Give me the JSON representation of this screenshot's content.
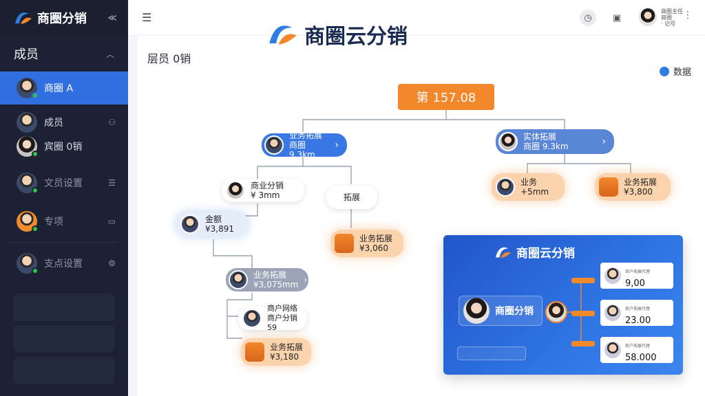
{
  "sidebar": {
    "brand": "商圈分销",
    "collapse_glyph": "≪",
    "section_title": "成员",
    "members": [
      {
        "label": "商圈 A",
        "active": true
      },
      {
        "label": "成员"
      },
      {
        "label": "宾圈 0销"
      },
      {
        "label": "文员设置"
      },
      {
        "label": "专项"
      },
      {
        "label": "支点设置"
      }
    ]
  },
  "topbar": {
    "menu_glyph": "☰",
    "logo_text": "商圈云分销",
    "user_lines": [
      "商圈主任",
      "商圈",
      "· 记号"
    ],
    "more_glyph": "⋮"
  },
  "main": {
    "page_title": "层员 0销",
    "data_link": "数据",
    "root_label": "第 157.08",
    "nodes": [
      {
        "line1": "业务拓展",
        "line2": "商圈 9.3km"
      },
      {
        "line1": "实体拓展",
        "line2": "商圈 9.3km"
      },
      {
        "line1": "商业分销",
        "line2": "¥ 3mm"
      },
      {
        "line1": "拓展"
      },
      {
        "line1": "业务",
        "line2": "+5mm"
      },
      {
        "line1": "业务拓展",
        "line2": "¥3,800"
      },
      {
        "line1": "金额",
        "line2": "¥3,891"
      },
      {
        "line1": "业务拓展",
        "line2": "¥3,060"
      },
      {
        "line1": "业务拓展",
        "line2": "¥3,075mm"
      },
      {
        "line1": "商户网络",
        "line2": "商户分销 59"
      },
      {
        "line1": "业务拓展",
        "line2": "¥3,180"
      }
    ]
  },
  "card": {
    "logo_text": "商圈云分销",
    "main_label": "商圈分销",
    "rows": [
      {
        "sub": "商户拓展代理",
        "value": "9,00"
      },
      {
        "sub": "商户拓展代理",
        "value": "23.00"
      },
      {
        "sub": "商户拓展代理",
        "value": "58.000"
      }
    ]
  },
  "colors": {
    "accent": "#3877e4",
    "orange": "#f3872b",
    "sidebar": "#1c2233"
  }
}
